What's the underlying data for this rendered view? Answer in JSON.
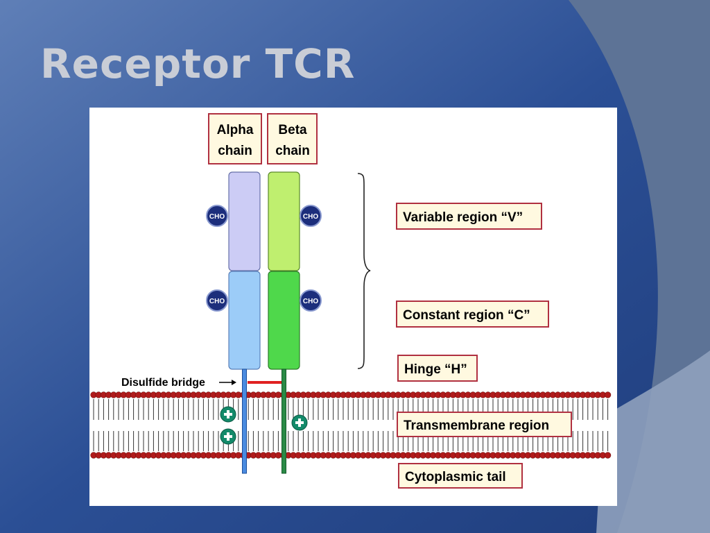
{
  "slide": {
    "title": "Receptor TCR"
  },
  "diagram": {
    "chains": {
      "alpha": {
        "line1": "Alpha",
        "line2": "chain"
      },
      "beta": {
        "line1": "Beta",
        "line2": "chain"
      }
    },
    "labels": {
      "variable": "Variable region “V”",
      "constant": "Constant region “C”",
      "hinge": "Hinge “H”",
      "transmembrane": "Transmembrane region",
      "cytoplasmic": "Cytoplasmic tail",
      "disulfide": "Disulfide bridge"
    },
    "glycan_label": "CHO",
    "charge_symbol": "+",
    "colors": {
      "alpha_variable": "#ccccf5",
      "alpha_constant": "#9cccf8",
      "beta_variable": "#bfef6f",
      "beta_constant": "#4fd84b",
      "label_border": "#b03040",
      "label_fill": "#fff9e0",
      "membrane_head": "#b01b1b",
      "bridge": "#e02020",
      "charge": "#138a6a",
      "cho": "#1c2e7c"
    }
  }
}
